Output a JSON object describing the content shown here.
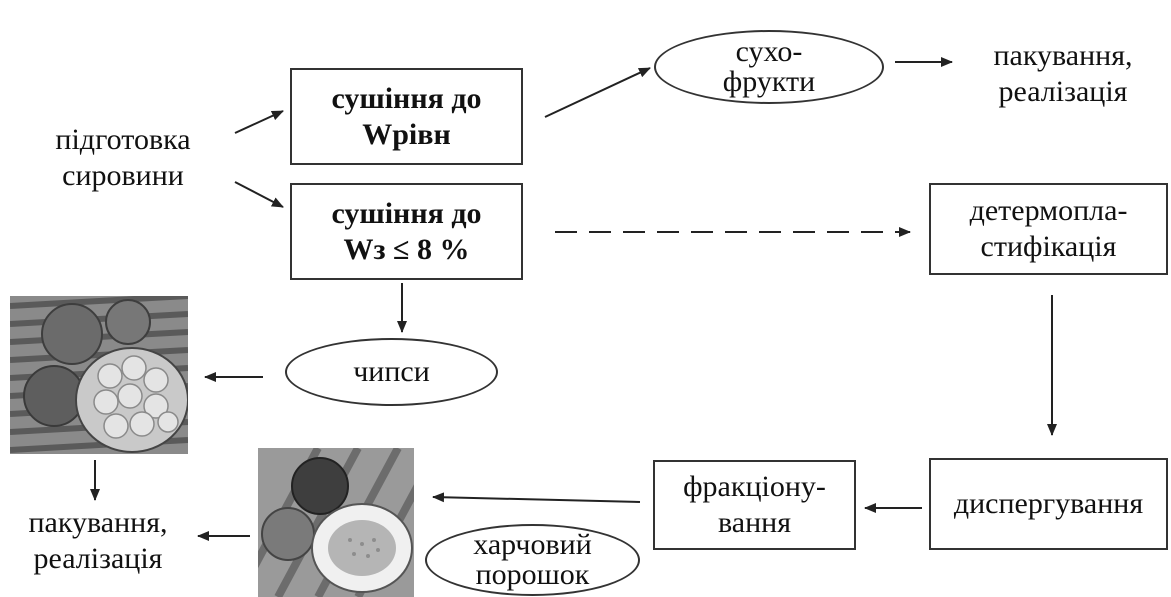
{
  "nodes": {
    "prep": [
      "підготовка",
      "сировини"
    ],
    "dry_equil": [
      "сушіння до",
      "Wрівн"
    ],
    "dry_8": [
      "сушіння до",
      "Wз ≤  8 %"
    ],
    "dried_fruits": [
      "сухо-",
      "фрукти"
    ],
    "pack_top": [
      "пакування,",
      "реалізація"
    ],
    "determo": [
      "детермопла-",
      "стифікація"
    ],
    "chips": [
      "чипси"
    ],
    "dispers": [
      "диспергування"
    ],
    "fraction": [
      "фракціону-",
      "вання"
    ],
    "powder": [
      "харчовий",
      "порошок"
    ],
    "pack_bottom": [
      "пакування,",
      "реалізація"
    ]
  },
  "images": {
    "apples_chips": "photo-apples-and-apple-chips",
    "apples_powder": "photo-apples-and-powder-bowl"
  }
}
